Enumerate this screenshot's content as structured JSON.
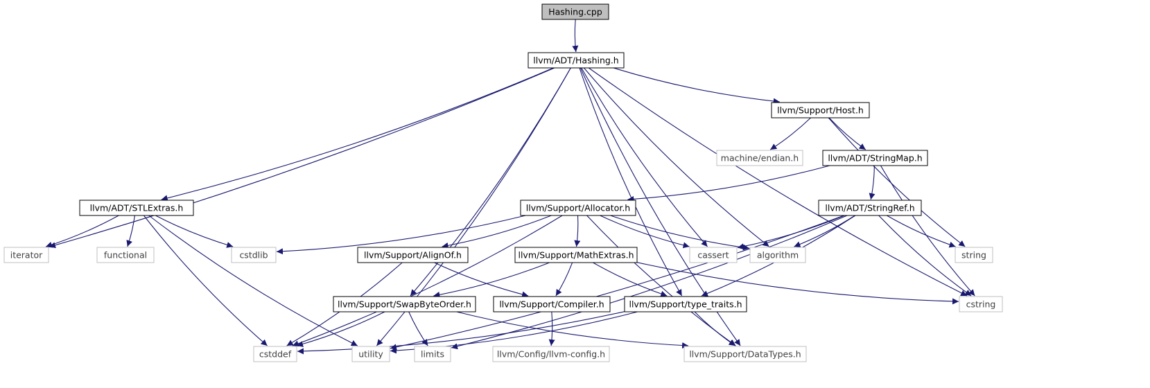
{
  "colors": {
    "edge": "#191970",
    "border_dark": "#000000",
    "border_light": "#bfbfbf",
    "fill_root": "#bfbfbf",
    "fill": "#ffffff",
    "text_dark": "#000000",
    "text_light": "#404040"
  },
  "graph": {
    "nodes": [
      {
        "id": "hashing_cpp",
        "label": "Hashing.cpp",
        "kind": "root"
      },
      {
        "id": "hashing_h",
        "label": "llvm/ADT/Hashing.h",
        "kind": "documented"
      },
      {
        "id": "iterator",
        "label": "iterator",
        "kind": "external"
      },
      {
        "id": "stlextras",
        "label": "llvm/ADT/STLExtras.h",
        "kind": "documented"
      },
      {
        "id": "utility",
        "label": "utility",
        "kind": "external"
      },
      {
        "id": "swapbyteorder",
        "label": "llvm/Support/SwapByteOrder.h",
        "kind": "documented"
      },
      {
        "id": "type_traits",
        "label": "llvm/Support/type_traits.h",
        "kind": "documented"
      },
      {
        "id": "cassert",
        "label": "cassert",
        "kind": "external"
      },
      {
        "id": "algorithm",
        "label": "algorithm",
        "kind": "external"
      },
      {
        "id": "host",
        "label": "llvm/Support/Host.h",
        "kind": "documented"
      },
      {
        "id": "cstring",
        "label": "cstring",
        "kind": "external"
      },
      {
        "id": "datatypes",
        "label": "llvm/Support/DataTypes.h",
        "kind": "external"
      },
      {
        "id": "functional",
        "label": "functional",
        "kind": "external"
      },
      {
        "id": "cstdlib",
        "label": "cstdlib",
        "kind": "external"
      },
      {
        "id": "cstddef",
        "label": "cstddef",
        "kind": "external"
      },
      {
        "id": "machine_endian",
        "label": "machine/endian.h",
        "kind": "external"
      },
      {
        "id": "stringmap",
        "label": "llvm/ADT/StringMap.h",
        "kind": "documented"
      },
      {
        "id": "string",
        "label": "string",
        "kind": "external"
      },
      {
        "id": "allocator",
        "label": "llvm/Support/Allocator.h",
        "kind": "documented"
      },
      {
        "id": "stringref",
        "label": "llvm/ADT/StringRef.h",
        "kind": "documented"
      },
      {
        "id": "alignof",
        "label": "llvm/Support/AlignOf.h",
        "kind": "documented"
      },
      {
        "id": "mathextras",
        "label": "llvm/Support/MathExtras.h",
        "kind": "documented"
      },
      {
        "id": "compiler",
        "label": "llvm/Support/Compiler.h",
        "kind": "documented"
      },
      {
        "id": "limits",
        "label": "limits",
        "kind": "external"
      },
      {
        "id": "llvm_config",
        "label": "llvm/Config/llvm-config.h",
        "kind": "external"
      }
    ],
    "edges": [
      [
        "hashing_cpp",
        "hashing_h"
      ],
      [
        "hashing_h",
        "iterator"
      ],
      [
        "hashing_h",
        "stlextras"
      ],
      [
        "hashing_h",
        "utility"
      ],
      [
        "hashing_h",
        "swapbyteorder"
      ],
      [
        "hashing_h",
        "type_traits"
      ],
      [
        "hashing_h",
        "cassert"
      ],
      [
        "hashing_h",
        "algorithm"
      ],
      [
        "hashing_h",
        "host"
      ],
      [
        "hashing_h",
        "cstring"
      ],
      [
        "hashing_h",
        "datatypes"
      ],
      [
        "stlextras",
        "iterator"
      ],
      [
        "stlextras",
        "functional"
      ],
      [
        "stlextras",
        "cstdlib"
      ],
      [
        "stlextras",
        "utility"
      ],
      [
        "stlextras",
        "cstddef"
      ],
      [
        "host",
        "machine_endian"
      ],
      [
        "host",
        "stringmap"
      ],
      [
        "host",
        "string"
      ],
      [
        "stringmap",
        "allocator"
      ],
      [
        "stringmap",
        "stringref"
      ],
      [
        "stringmap",
        "cstring"
      ],
      [
        "allocator",
        "cstdlib"
      ],
      [
        "allocator",
        "alignof"
      ],
      [
        "allocator",
        "mathextras"
      ],
      [
        "allocator",
        "cassert"
      ],
      [
        "allocator",
        "algorithm"
      ],
      [
        "allocator",
        "cstddef"
      ],
      [
        "allocator",
        "datatypes"
      ],
      [
        "stringref",
        "cassert"
      ],
      [
        "stringref",
        "algorithm"
      ],
      [
        "stringref",
        "string"
      ],
      [
        "stringref",
        "cstring"
      ],
      [
        "stringref",
        "type_traits"
      ],
      [
        "stringref",
        "utility"
      ],
      [
        "stringref",
        "limits"
      ],
      [
        "alignof",
        "compiler"
      ],
      [
        "alignof",
        "cstddef"
      ],
      [
        "mathextras",
        "swapbyteorder"
      ],
      [
        "mathextras",
        "compiler"
      ],
      [
        "mathextras",
        "type_traits"
      ],
      [
        "mathextras",
        "cstring"
      ],
      [
        "swapbyteorder",
        "cstddef"
      ],
      [
        "swapbyteorder",
        "limits"
      ],
      [
        "swapbyteorder",
        "datatypes"
      ],
      [
        "compiler",
        "llvm_config"
      ],
      [
        "type_traits",
        "utility"
      ],
      [
        "type_traits",
        "cstddef"
      ],
      [
        "type_traits",
        "datatypes"
      ]
    ]
  }
}
